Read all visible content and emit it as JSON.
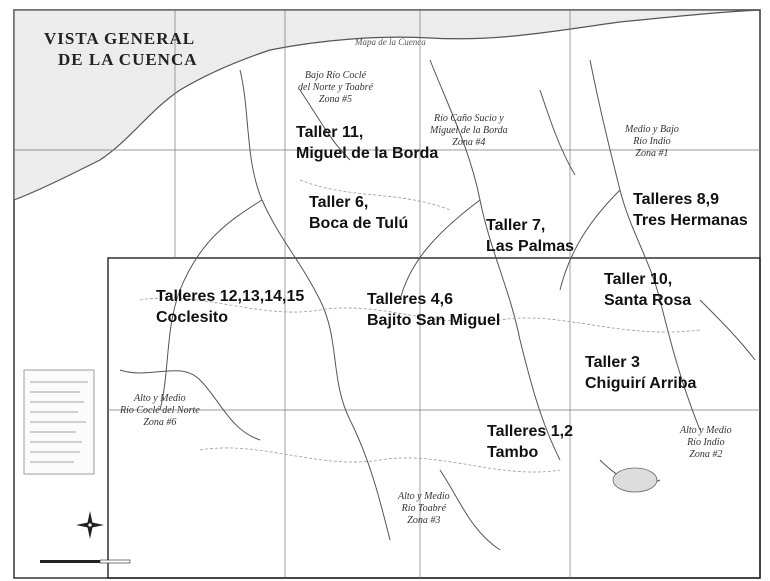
{
  "map_title": {
    "line1": "VISTA GENERAL",
    "line2": "DE LA CUENCA"
  },
  "top_label": "Mapa de la Cuenca",
  "talleres": [
    {
      "line1": "Taller 11,",
      "line2": "Miguel de la Borda"
    },
    {
      "line1": "Taller 6,",
      "line2": "Boca de Tulú"
    },
    {
      "line1": "Taller 7,",
      "line2": "Las Palmas"
    },
    {
      "line1": "Talleres 8,9",
      "line2": "Tres Hermanas"
    },
    {
      "line1": "Taller 10,",
      "line2": "Santa Rosa"
    },
    {
      "line1": "Talleres 12,13,14,15",
      "line2": "Coclesito"
    },
    {
      "line1": "Talleres 4,6",
      "line2": "Bajito San Miguel"
    },
    {
      "line1": "Taller 3",
      "line2": "Chiguirí Arriba"
    },
    {
      "line1": "Talleres 1,2",
      "line2": "Tambo"
    }
  ],
  "zonas": [
    {
      "line1": "Bajo Río Coclé",
      "line2": "del Norte y Toabré",
      "line3": "Zona #5"
    },
    {
      "line1": "Río Caño Sucio y",
      "line2": "Miguel de la Borda",
      "line3": "Zona #4"
    },
    {
      "line1": "Medio y Bajo",
      "line2": "Río Indio",
      "line3": "Zona #1"
    },
    {
      "line1": "Alto y Medio",
      "line2": "Río Coclé del Norte",
      "line3": "Zona #6"
    },
    {
      "line1": "Alto y Medio",
      "line2": "Río Toabré",
      "line3": "Zona #3"
    },
    {
      "line1": "Alto y Medio",
      "line2": "Río Indio",
      "line3": "Zona #2"
    }
  ],
  "colors": {
    "background": "#ffffff",
    "coast_fill": "#eeeeee",
    "line": "#444444"
  }
}
